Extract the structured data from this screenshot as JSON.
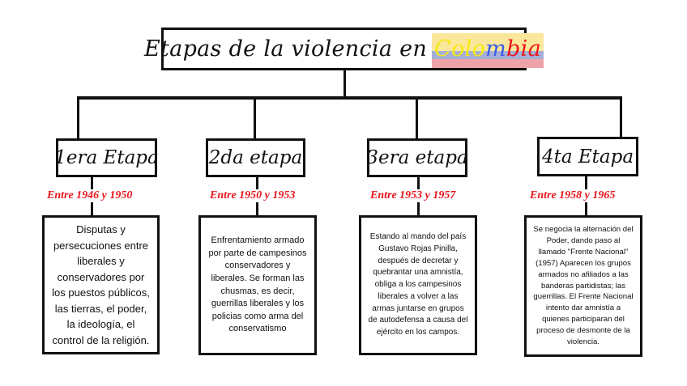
{
  "title": {
    "prefix": "Etapas de la violencia en",
    "highlight_word": "Colombia",
    "highlight_letters": [
      {
        "ch": "C",
        "color": "#f4ea13"
      },
      {
        "ch": "o",
        "color": "#f4ea13"
      },
      {
        "ch": "l",
        "color": "#f4ea13"
      },
      {
        "ch": "o",
        "color": "#f4ea13"
      },
      {
        "ch": "m",
        "color": "#3c5be8"
      },
      {
        "ch": "b",
        "color": "#e8141b"
      },
      {
        "ch": "i",
        "color": "#e8141b"
      },
      {
        "ch": "a",
        "color": "#e8141b"
      }
    ],
    "flag_colors": {
      "yellow": "#fbe79b",
      "blue": "#a6afd6",
      "red": "#eea3a8"
    }
  },
  "colors": {
    "line": "#111111",
    "date": "#e8141b",
    "text": "#111111"
  },
  "stages": [
    {
      "label": "1era Etapa",
      "dates": "Entre 1946 y 1950",
      "description": "Disputas y persecuciones entre liberales y conservadores por los puestos públicos, las tierras, el poder, la ideología, el control de la religión."
    },
    {
      "label": "2da etapa",
      "dates": "Entre 1950 y 1953",
      "description": "Enfrentamiento armado por parte de campesinos conservadores y liberales. Se forman las chusmas, es decir, guerrillas liberales y los policias como arma del conservatismo"
    },
    {
      "label": "3era etapa",
      "dates": "Entre 1953 y 1957",
      "description": "Estando al mando del país Gustavo Rojas Pinilla, después de decretar y quebrantar una amnistía, obliga a los campesinos liberales a volver a las armas juntarse en grupos de autodefensa a causa del ejército en los campos."
    },
    {
      "label": "4ta Etapa",
      "dates": "Entre 1958 y 1965",
      "description": "Se negocia la alternación del Poder, dando paso al llamado \"Frente Nacional\" (1957) Aparecen los grupos armados no afiliados a las banderas partidistas; las guerrillas. El Frente Nacional intento dar amnistía a quienes participaran del proceso de desmonte de la violencia."
    }
  ]
}
